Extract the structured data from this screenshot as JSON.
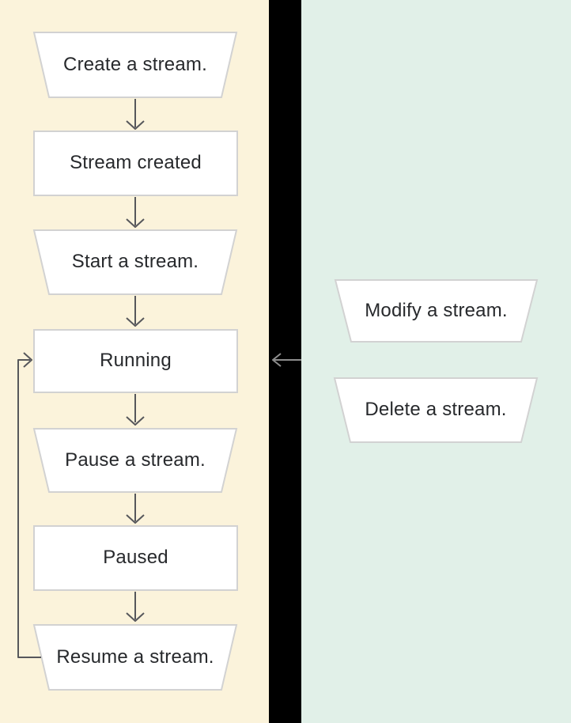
{
  "colors": {
    "left_panel_bg": "#FBF3DB",
    "right_panel_bg": "#E1F0E8",
    "divider_bg": "#000000",
    "shape_fill": "#FFFFFF",
    "shape_border": "#D2D2D2",
    "arrow": "#56575B",
    "arrow_on_divider": "#8E8E8E",
    "text": "#27292C"
  },
  "flow": {
    "left_nodes": [
      {
        "label": "Create a stream.",
        "shape": "trapezoid"
      },
      {
        "label": "Stream created",
        "shape": "rectangle"
      },
      {
        "label": "Start a stream.",
        "shape": "trapezoid"
      },
      {
        "label": "Running",
        "shape": "rectangle"
      },
      {
        "label": "Pause a stream.",
        "shape": "trapezoid"
      },
      {
        "label": "Paused",
        "shape": "rectangle"
      },
      {
        "label": "Resume a stream.",
        "shape": "trapezoid"
      }
    ],
    "right_nodes": [
      {
        "label": "Modify a stream.",
        "shape": "trapezoid"
      },
      {
        "label": "Delete a stream.",
        "shape": "trapezoid"
      }
    ],
    "edges": [
      "Create a stream. -> Stream created",
      "Stream created -> Start a stream.",
      "Start a stream. -> Running",
      "Running -> Pause a stream.",
      "Pause a stream. -> Paused",
      "Paused -> Resume a stream.",
      "Resume a stream. -> Running (loop back on left side)",
      "Right panel -> Running (left-pointing arrow across divider)"
    ]
  }
}
